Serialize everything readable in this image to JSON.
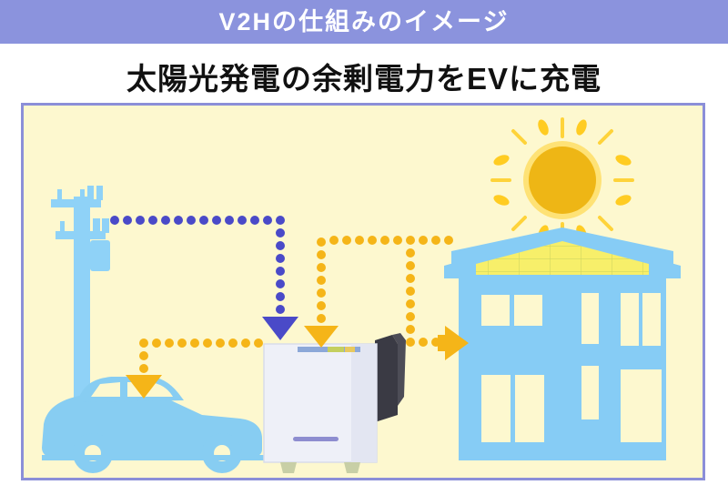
{
  "header": {
    "title": "V2Hの仕組みのイメージ",
    "band_color": "#8b93dd",
    "text_color": "#ffffff"
  },
  "subtitle": {
    "text": "太陽光発電の余剰電力をEVに充電",
    "text_color": "#111111"
  },
  "panel": {
    "background_color": "#fdf8cf",
    "border_color": "#8b8fd8"
  },
  "diagram": {
    "description": "V2H system concept illustration: solar power surplus charging an EV",
    "elements": {
      "sun": {
        "label": "sun",
        "color": "#efb818",
        "ray_color": "#ffd02e"
      },
      "house": {
        "label": "house-with-solar-panels",
        "body_color": "#86ccf5",
        "window_color": "#fdf8cf",
        "panel_color": "#f7ef6a",
        "panel_grid_color": "#cfd96a"
      },
      "utility_pole": {
        "label": "utility-pole",
        "color": "#8fd2f7"
      },
      "v2h_unit": {
        "label": "v2h-charger-unit",
        "body_color": "#eef0f8",
        "cable_color": "#3a3a44",
        "brand_mark_color": "#6f6fc4"
      },
      "ev_car": {
        "label": "electric-vehicle",
        "color": "#87cdf2"
      }
    },
    "flows": [
      {
        "name": "grid-to-v2h",
        "color": "#4a4ac8",
        "from": "utility-pole",
        "to": "v2h-unit",
        "arrow": "down"
      },
      {
        "name": "solar-to-v2h",
        "color": "#f5b518",
        "from": "solar-roof",
        "to": "v2h-unit",
        "arrow": "down"
      },
      {
        "name": "solar-to-house",
        "color": "#f5b518",
        "from": "solar-roof",
        "to": "house",
        "arrow": "right"
      },
      {
        "name": "v2h-to-ev",
        "color": "#f5b518",
        "from": "v2h-unit",
        "to": "ev-car",
        "arrow": "down"
      }
    ]
  }
}
